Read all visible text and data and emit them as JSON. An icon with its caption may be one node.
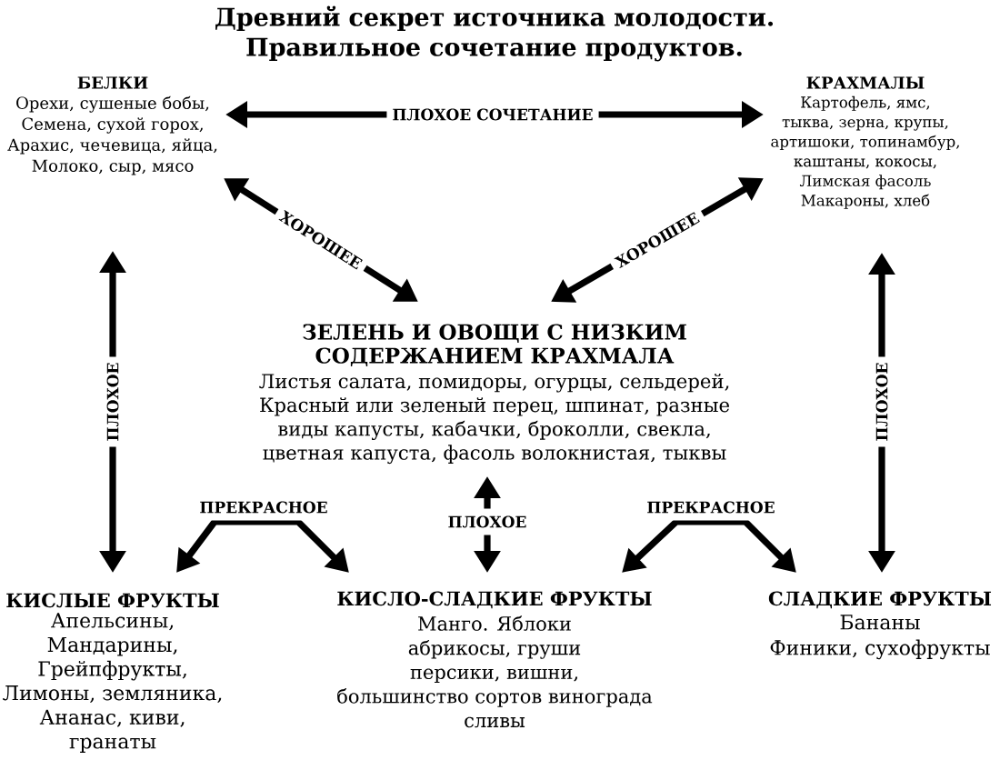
{
  "diagram": {
    "title": "Древний секрет источника молодости. Правильное сочетание продуктов.",
    "nodes": [
      {
        "text": [
          "БЕЛКИ",
          "Орехи, сушеные бобы, Семена, сухой горох, Арахис, чечевица, яйца, Молоко, сыр, мясо"
        ]
      },
      {
        "text": [
          "КРАХМАЛЫ",
          "Картофель, ямс, тыква, зерна, крупы, артишоки, топинамбур, каштаны, кокосы, Лимская фасоль Макароны, хлеб"
        ]
      },
      {
        "text": [
          "ЗЕЛЕНЬ И ОВОЩИ С НИЗКИМ СОДЕРЖАНИЕМ КРАХМАЛА",
          "Листья салата, помидоры, огурцы, сельдерей, Красный или зеленый перец, шпинат, разные виды капусты, кабачки, броколли, свекла, цветная капуста, фасоль волокнистая, тыквы"
        ]
      },
      {
        "text": [
          "КИСЛЫЕ ФРУКТЫ",
          "Апельсины, Мандарины, Грейпфрукты, Лимоны, земляника, Ананас, киви, гранаты"
        ]
      },
      {
        "text": [
          "КИСЛО-СЛАДКИЕ ФРУКТЫ",
          "Манго. Яблоки абрикосы, груши персики, вишни, большинство сортов винограда сливы"
        ]
      },
      {
        "text": [
          "СЛАДКИЕ ФРУКТЫ",
          "Бананы Финики, сухофрукты"
        ]
      }
    ],
    "edges": [
      {
        "from": 0,
        "to": 1,
        "arrow": "both",
        "label": "ПЛОХОЕ СОЧЕТАНИЕ"
      },
      {
        "from": 0,
        "to": 2,
        "arrow": "both",
        "label": "ХОРОШЕЕ"
      },
      {
        "from": 1,
        "to": 2,
        "arrow": "both",
        "label": "ХОРОШЕЕ"
      },
      {
        "from": 0,
        "to": 3,
        "arrow": "both",
        "label": "ПЛОХОЕ"
      },
      {
        "from": 1,
        "to": 5,
        "arrow": "both",
        "label": "ПЛОХОЕ"
      },
      {
        "from": 2,
        "to": 4,
        "arrow": "both",
        "label": "ПЛОХОЕ"
      },
      {
        "from": 3,
        "to": 4,
        "arrow": "both",
        "label": "ПРЕКРАСНОЕ"
      },
      {
        "from": 4,
        "to": 5,
        "arrow": "both",
        "label": "ПРЕКРАСНОЕ"
      }
    ]
  }
}
